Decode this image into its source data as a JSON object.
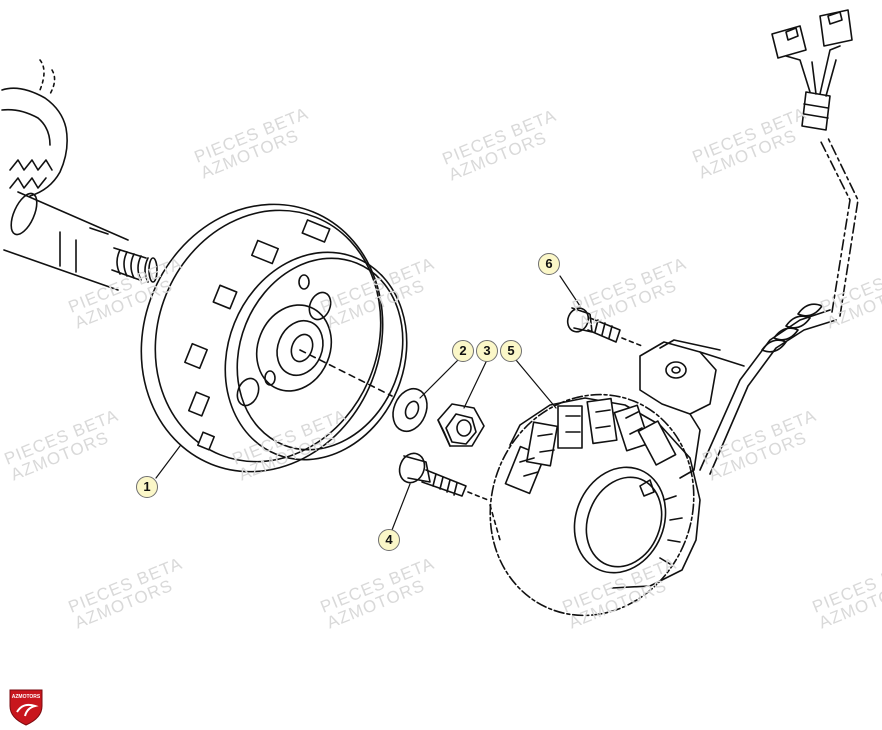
{
  "watermark": {
    "line1": "PIECES BETA",
    "line2": "AZMOTORS"
  },
  "callouts": [
    "1",
    "2",
    "3",
    "4",
    "5",
    "6"
  ],
  "logo": {
    "text": "AZMOTORS",
    "color": "#c8161d"
  },
  "colors": {
    "line": "#000000",
    "callout_fill": "#fbf7c8",
    "watermark": "#d9d9d9"
  }
}
